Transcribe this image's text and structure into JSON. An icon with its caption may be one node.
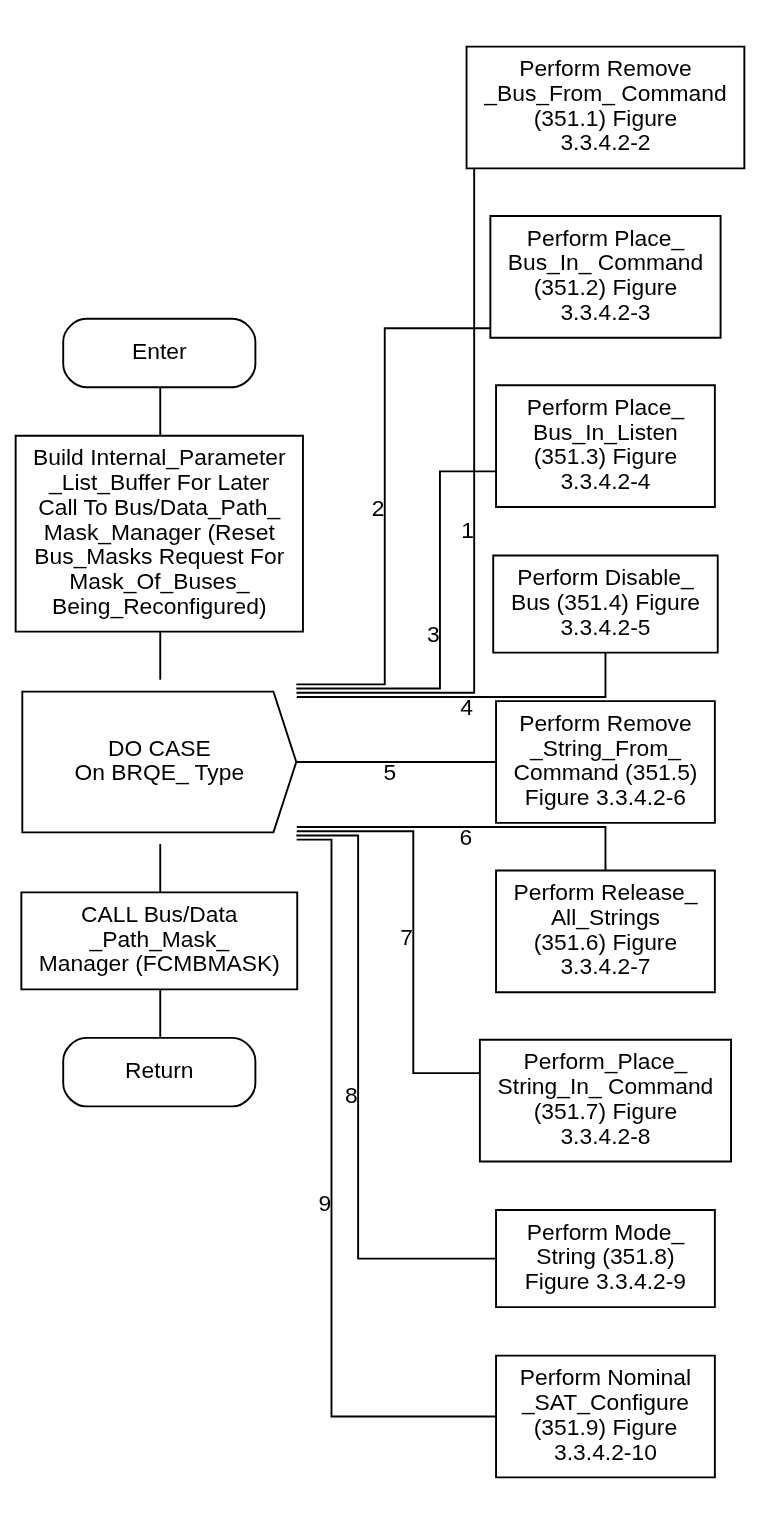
{
  "diagram": {
    "nodes": [
      {
        "text": [
          "Enter"
        ]
      },
      {
        "text": [
          "Build Internal_Parameter _List_Buffer For Later Call To Bus/Data_Path_ Mask_Manager (Reset Bus_Masks Request For Mask_Of_Buses_ Being_Reconfigured)"
        ]
      },
      {
        "text": [
          "DO CASE",
          "On BRQE_ Type"
        ]
      },
      {
        "text": [
          "CALL Bus/Data _Path_Mask_ Manager (FCMBMASK)"
        ]
      },
      {
        "text": [
          "Return"
        ]
      },
      {
        "text": [
          "Perform Remove _Bus_From_ Command (351.1) Figure 3.3.4.2-2"
        ]
      },
      {
        "text": [
          "Perform Place_ Bus_In_ Command (351.2) Figure 3.3.4.2-3"
        ]
      },
      {
        "text": [
          "Perform Place_ Bus_In_Listen (351.3) Figure 3.3.4.2-4"
        ]
      },
      {
        "text": [
          "Perform Disable_ Bus (351.4) Figure 3.3.4.2-5"
        ]
      },
      {
        "text": [
          "Perform Remove _String_From_ Command (351.5) Figure 3.3.4.2-6"
        ]
      },
      {
        "text": [
          "Perform Release_ All_Strings (351.6) Figure 3.3.4.2-7"
        ]
      },
      {
        "text": [
          "Perform_Place_ String_In_ Command (351.7) Figure 3.3.4.2-8"
        ]
      },
      {
        "text": [
          "Perform Mode_ String (351.8) Figure 3.3.4.2-9"
        ]
      },
      {
        "text": [
          "Perform Nominal _SAT_Configure (351.9) Figure 3.3.4.2-10"
        ]
      }
    ],
    "edges": [
      {
        "from": 0,
        "to": 1,
        "arrow": "none"
      },
      {
        "from": 1,
        "to": 2,
        "arrow": "none"
      },
      {
        "from": 2,
        "to": 3,
        "arrow": "none"
      },
      {
        "from": 3,
        "to": 4,
        "arrow": "none"
      },
      {
        "from": 2,
        "to": 5,
        "label": "1",
        "arrow": "none"
      },
      {
        "from": 2,
        "to": 6,
        "label": "2",
        "arrow": "none"
      },
      {
        "from": 2,
        "to": 7,
        "label": "3",
        "arrow": "none"
      },
      {
        "from": 2,
        "to": 8,
        "label": "4",
        "arrow": "none"
      },
      {
        "from": 2,
        "to": 9,
        "label": "5",
        "arrow": "none"
      },
      {
        "from": 2,
        "to": 10,
        "label": "6",
        "arrow": "none"
      },
      {
        "from": 2,
        "to": 11,
        "label": "7",
        "arrow": "none"
      },
      {
        "from": 2,
        "to": 12,
        "label": "8",
        "arrow": "none"
      },
      {
        "from": 2,
        "to": 13,
        "label": "9",
        "arrow": "none"
      }
    ]
  }
}
